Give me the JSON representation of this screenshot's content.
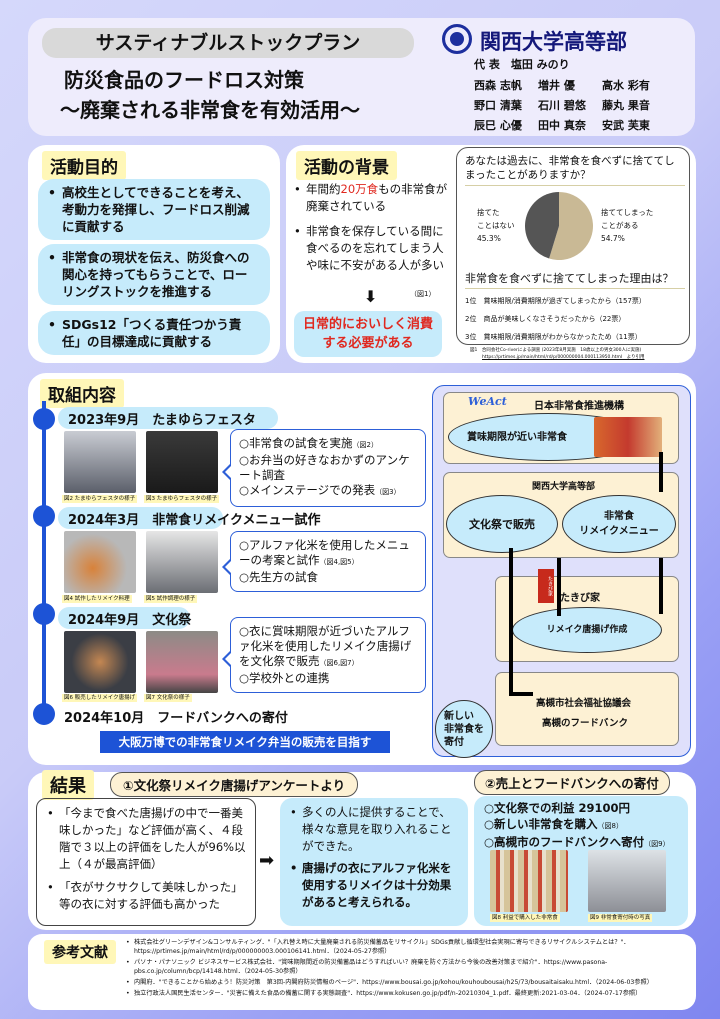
{
  "header": {
    "subtitle": "サスティナブルストックプラン",
    "title1": "防災食品のフードロス対策",
    "title2": "〜廃棄される非常食を有効活用〜",
    "school": "関西大学高等部",
    "representative": "代 表　塩田 みのり",
    "members": [
      [
        "西森 志帆",
        "増井 優",
        "高水 彩有"
      ],
      [
        "野口 清葉",
        "石川 碧悠",
        "藤丸 果音"
      ],
      [
        "辰巳 心優",
        "田中 真奈",
        "安武 芙東"
      ]
    ]
  },
  "purpose": {
    "heading": "活動目的",
    "items": [
      "高校生としてできることを考え、考動力を発揮し、フードロス削減に貢献する",
      "非常食の現状を伝え、防災食への関心を持ってもらうことで、ローリングストックを推進する",
      "SDGs12「つくる責任つかう責任」の目標達成に貢献する"
    ]
  },
  "background": {
    "heading": "活動の背景",
    "item1_pre": "年間約",
    "item1_hl": "20万食",
    "item1_post": "もの非常食が廃棄されている",
    "item2": "非常食を保存している間に食べるのを忘れてしまう人や味に不安がある人が多い",
    "fig_ref": "（図1）",
    "conclusion": "日常的においしく消費する必要がある"
  },
  "survey": {
    "question": "あなたは過去に、非常食を食べずに捨ててしまったことがありますか？",
    "reasons_title": "非常食を食べずに捨ててしまった理由は？",
    "reasons": [
      "1位　賞味期限/消費期限が過ぎてしまったから（157票）",
      "2位　商品が美味しくなさそうだったから（22票）",
      "3位　賞味期限/消費期限がわからなかったため（11票）"
    ],
    "caption1": "図1　合同会社Co-riverによる調査 (2023年8月実施　18歳以上の男女300人に実施)",
    "caption2": "https://prtimes.jp/main/html/rd/p/000000004.000113950.html　より引用"
  },
  "chart_data": {
    "type": "pie",
    "title": "あなたは過去に、非常食を食べずに捨ててしまったことがありますか？",
    "slices": [
      {
        "label": "捨ててしまったことがある",
        "label_lines": [
          "捨ててしまった",
          "ことがある"
        ],
        "value": 54.7,
        "display": "54.7%",
        "color": "#c9b995"
      },
      {
        "label": "捨てたことはない",
        "label_lines": [
          "捨てた",
          "ことはない"
        ],
        "value": 45.3,
        "display": "45.3%",
        "color": "#555555"
      }
    ]
  },
  "activities": {
    "heading": "取組内容",
    "events": [
      {
        "date": "2023年9月　たまゆらフェスタ",
        "photos": [
          "図2 たまゆらフェスタの様子",
          "図3 たまゆらフェスタの様子"
        ],
        "points": [
          "非常食の試食を実施",
          "お弁当の好きなおかずのアンケート調査",
          "メインステージでの発表"
        ],
        "refs": [
          "（図2）",
          "",
          "（図3）"
        ]
      },
      {
        "date": "2024年3月　非常食リメイクメニュー試作",
        "photos": [
          "図4 試作したリメイク料理",
          "図5 試作調理の様子"
        ],
        "points": [
          "アルファ化米を使用したメニューの考案と試作",
          "先生方の試食"
        ],
        "refs": [
          "（図4,図5）",
          ""
        ]
      },
      {
        "date": "2024年9月　文化祭",
        "photos": [
          "図6 販売したリメイク唐揚げ",
          "図7 文化祭の様子"
        ],
        "points": [
          "衣に賞味期限が近づいたアルファ化米を使用したリメイク唐揚げを文化祭で販売",
          "学校外との連携"
        ],
        "refs": [
          "（図6,図7）",
          ""
        ]
      },
      {
        "date": "2024年10月　フードバンクへの寄付"
      }
    ],
    "goal": "大阪万博での非常食リメイク弁当の販売を目指す",
    "flow": {
      "weact_logo": "WeAct",
      "org1": "日本非常食推進機構",
      "item1": "賞味期限が近い非常食",
      "org2": "関西大学高等部",
      "sell": "文化祭で販売",
      "remake_menu": "非常食\nリメイクメニュー",
      "org3": "たきび家",
      "org3_sign": "たきび家",
      "remake": "リメイク唐揚げ作成",
      "org4a": "高槻市社会福祉協議会",
      "org4b": "高槻のフードバンク",
      "donate": "新しい\n非常食を\n寄付"
    }
  },
  "results": {
    "heading": "結果",
    "sub1": "①文化祭リメイク唐揚げアンケートより",
    "quotes": [
      "「今まで食べた唐揚げの中で一番美味しかった」など評価が高く、４段階で３以上の評価をした人が96%以上（４が最高評価）",
      "「衣がサクサクして美味しかった」等の衣に対する評価も高かった"
    ],
    "findings": [
      "多くの人に提供することで、様々な意見を取り入れることができた。",
      "唐揚げの衣にアルファ化米を使用するリメイクは十分効果があると考えられる。"
    ],
    "sub2": "②売上とフードバンクへの寄付",
    "sales": [
      {
        "text": "文化祭での利益 29100円",
        "ref": ""
      },
      {
        "text": "新しい非常食を購入",
        "ref": "（図8）"
      },
      {
        "text": "高槻市のフードバンクへ寄付",
        "ref": "（図9）"
      }
    ],
    "photos": [
      "図8 利益で購入した非常食",
      "図9 非常食寄付時の写真"
    ]
  },
  "references": {
    "heading": "参考文献",
    "items": [
      "株式会社グリーンデザイン&コンサルティング．\"「入れ替え時に大量廃棄される防災備蓄品をリサイクル」SDGs貢献し循環型社会実現に寄与できるリサイクルシステムとは？\"．https://prtimes.jp/main/html/rd/p/000000003.000106141.html．（2024-05-27参照）",
      "パソナ・パナソニック ビジネスサービス株式会社．\"賞味期限間近の防災備蓄品はどうすればいい？廃棄を防ぐ方法から今後の改善対策まで紹介\"．https://www.pasona-pbs.co.jp/column/bcp/14148.html．（2024-05-30参照）",
      "内閣府．\"できることから始めよう！防災対策　第3回-内閣府防災情報のページ\"．https://www.bousai.go.jp/kohou/kouhoubousai/h25/73/bousaitaisaku.html．（2024-06-03参照）",
      "独立行政法人国民生活センター．\"災害に備えた食品の備蓄に関する実態調査\"．https://www.kokusen.go.jp/pdf/n-20210304_1.pdf．最終更新:2021-03-04．（2024-07-17参照）"
    ]
  }
}
